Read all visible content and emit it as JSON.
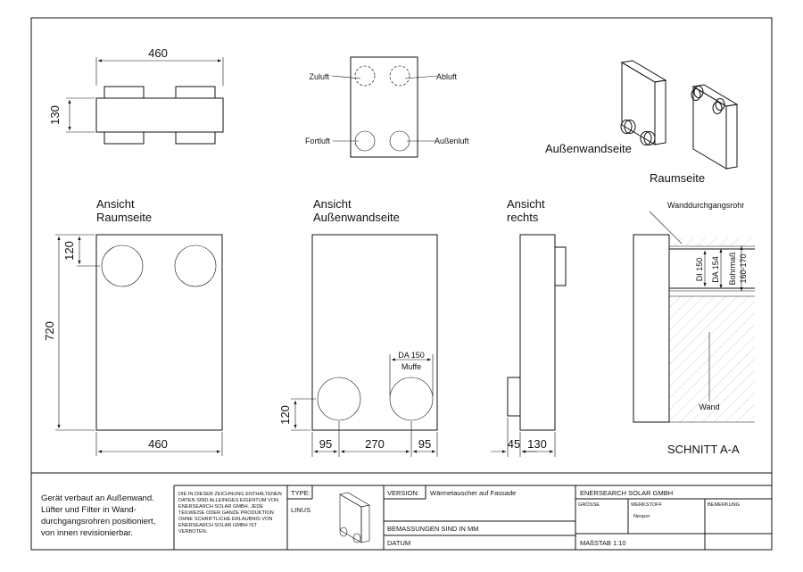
{
  "views": {
    "top": {
      "width": "460",
      "height": "130"
    },
    "front": {
      "labels": {
        "zuluft": "Zuluft",
        "abluft": "Abluft",
        "fortluft": "Fortluft",
        "aussenluft": "Außenluft"
      }
    },
    "iso": {
      "outer": "Außenwandseite",
      "room": "Raumseite"
    },
    "room_side": {
      "title_1": "Ansicht",
      "title_2": "Raumseite",
      "dim_height": "720",
      "dim_offset": "120",
      "dim_width": "460"
    },
    "outer_side": {
      "title_1": "Ansicht",
      "title_2": "Außenwandseite",
      "pipe_label_1": "DA 150",
      "pipe_label_2": "Muffe",
      "dim_offset": "120",
      "dim_left": "95",
      "dim_mid": "270",
      "dim_right": "95"
    },
    "right_side": {
      "title_1": "Ansicht",
      "title_2": "rechts",
      "dim_a": "45",
      "dim_b": "130"
    },
    "section": {
      "pipe_label": "Wanddurchgangsrohr",
      "di": "DI 150",
      "da": "DA 154",
      "bore_1": "Bohrmaß",
      "bore_2": "160-170",
      "wall": "Wand",
      "title": "SCHNITT A-A"
    }
  },
  "title_block": {
    "note": [
      "Gerät verbaut an Außenwand.",
      "Lüfter und Filter in Wand-",
      "durchgangsrohren positioniert,",
      "von innen revisionierbar."
    ],
    "legal": [
      "DIE IN DIESER ZEICHNUNG ENTHALTENEN",
      "DATEN SIND ALLEINIGES EIGENTUM VON",
      "ENERSEARCH SOLAR GMBH. JEDE",
      "TEILWEISE ODER GANZE PRODUKTION",
      "OHNE SCHRIFTLICHE ERLAUBNIS VON",
      "ENERSEARCH SOLAR GMBH IST",
      "VERBOTEN."
    ],
    "type_label": "TYPE:",
    "type_value": "LINUS",
    "version_label": "VERSION:",
    "version_value": "Wärmetauscher auf Fassade",
    "units": "BEMASSUNGEN SIND IN MM",
    "datum": "DATUM",
    "company": "ENERSEARCH SOLAR GMBH",
    "groesse": "GRÖSSE",
    "werkstoff": "WERKSTOFF",
    "werkstoff_value": "Neopor",
    "bemerkung": "BEMERKUNG",
    "massstab": "MAßSTAB 1:10"
  }
}
